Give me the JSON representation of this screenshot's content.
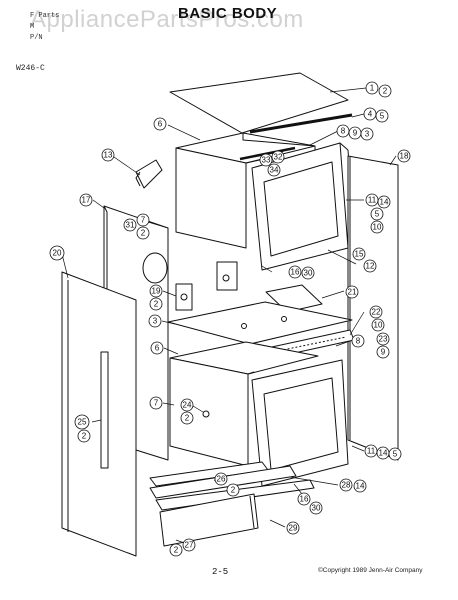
{
  "header": {
    "line1": "F     Parts",
    "line2": "M",
    "line3": "P/N",
    "title": "BASIC BODY",
    "model": "W246-C"
  },
  "watermark": "AppliancePartsPros.com",
  "footer": {
    "page": "2-5",
    "copyright": "©Copyright 1989 Jenn-Air Company"
  },
  "callouts": {
    "c1": "1",
    "c2": "2",
    "c4": "4",
    "c5": "5",
    "c8": "8",
    "c9": "9",
    "c3": "3",
    "c6": "6",
    "c33": "33",
    "c32": "32",
    "c34": "34",
    "c13": "13",
    "c18": "18",
    "c17": "17",
    "c11": "11",
    "c14": "14",
    "c5b": "5",
    "c10": "10",
    "c31": "31",
    "c7": "7",
    "c2b": "2",
    "c20": "20",
    "c15": "15",
    "c12": "12",
    "c16": "16",
    "c30": "30",
    "c19": "19",
    "c2c": "2",
    "c21": "21",
    "c3b": "3",
    "c22": "22",
    "c10b": "10",
    "c6b": "6",
    "c8b": "8",
    "c23": "23",
    "c9b": "9",
    "c7b": "7",
    "c24": "24",
    "c2d": "2",
    "c25": "25",
    "c2e": "2",
    "c11b": "11",
    "c14b": "14",
    "c5c": "5",
    "c26": "26",
    "c2f": "2",
    "c28": "28",
    "c14c": "14",
    "c16b": "16",
    "c30b": "30",
    "c29": "29",
    "c2g": "2",
    "c27": "27"
  }
}
